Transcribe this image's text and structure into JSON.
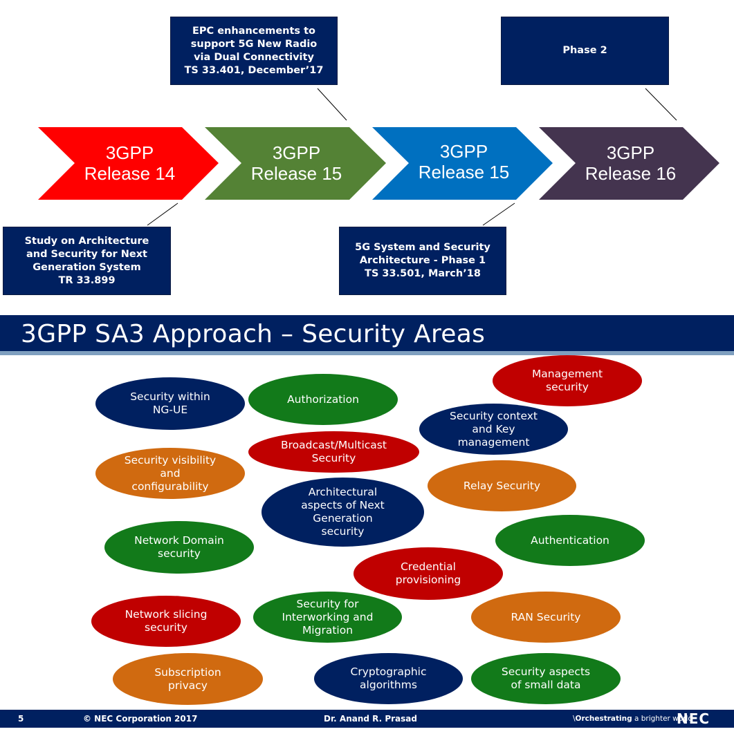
{
  "chevrons": [
    {
      "text": "3GPP\nRelease 14",
      "color": "#ff0000"
    },
    {
      "text": "3GPP\nRelease 15",
      "color": "#548235"
    },
    {
      "text": "3GPP\nRelease 15",
      "color": "#0070c0"
    },
    {
      "text": "3GPP\nRelease 16",
      "color": "#44344f"
    }
  ],
  "callouts": {
    "epc": "EPC enhancements to\nsupport 5G New Radio\nvia Dual Connectivity\nTS 33.401, December’17",
    "phase2": "Phase 2",
    "study": "Study on Architecture\nand Security for Next\nGeneration System\nTR 33.899",
    "fivegs": "5G System and Security\nArchitecture - Phase 1\nTS 33.501, March’18"
  },
  "section_title": "3GPP SA3 Approach – Security Areas",
  "areas": {
    "ng_ue": "Security within\nNG-UE",
    "authorization": "Authorization",
    "management": "Management\nsecurity",
    "context_key": "Security context\nand Key\nmanagement",
    "broadcast": "Broadcast/Multicast\nSecurity",
    "visibility": "Security visibility\nand\nconfigurability",
    "relay": "Relay Security",
    "architectural": "Architectural\naspects of Next\nGeneration\nsecurity",
    "network_domain": "Network Domain\nsecurity",
    "authentication": "Authentication",
    "credential": "Credential\nprovisioning",
    "slicing": "Network slicing\nsecurity",
    "interworking": "Security for\nInterworking and\nMigration",
    "ran": "RAN Security",
    "subscription": "Subscription\nprivacy",
    "crypto": "Cryptographic\nalgorithms",
    "small_data": "Security aspects\nof small data"
  },
  "footer": {
    "page": "5",
    "copyright": "© NEC Corporation 2017",
    "author": "Dr. Anand R. Prasad",
    "tagline_bold": "Orchestrating",
    "tagline_rest": " a brighter world",
    "logo": "NEC"
  }
}
